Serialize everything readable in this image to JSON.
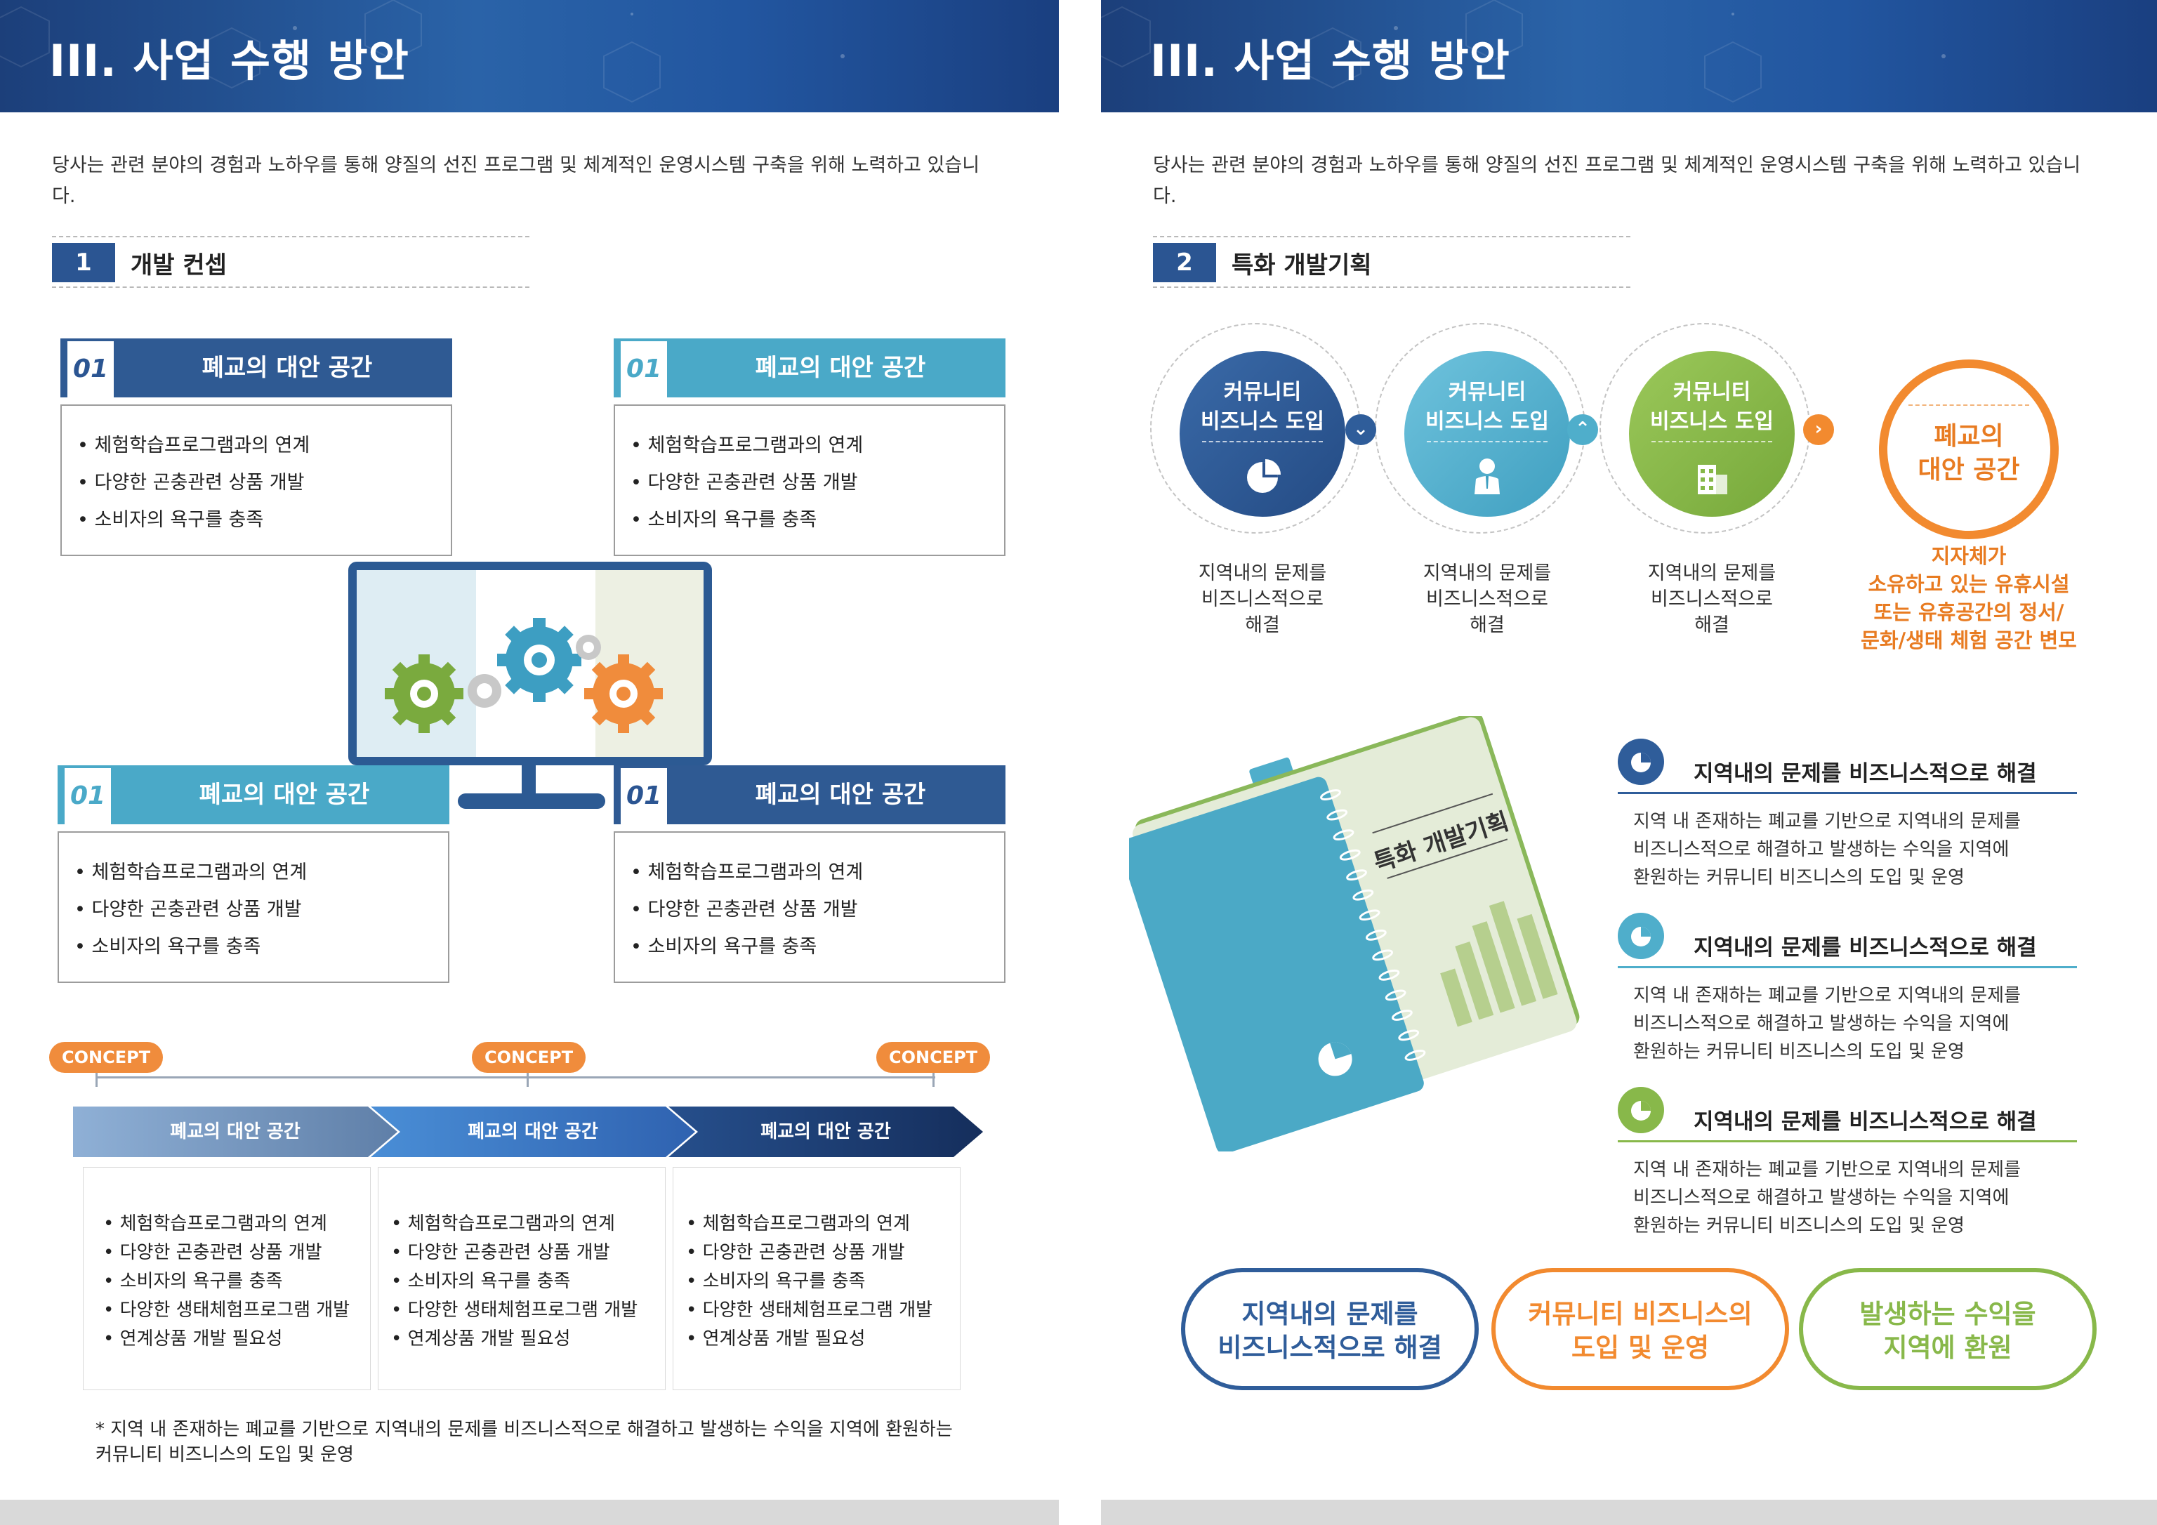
{
  "left": {
    "header_title": "III. 사업 수행 방안",
    "intro": "당사는  관련 분야의 경험과 노하우를 통해 양질의 선진 프로그램 및 체계적인 운영시스템 구축을 위해 노력하고 있습니다.",
    "section": {
      "number": "1",
      "label": "개발 컨셉"
    },
    "boxes": [
      {
        "num": "01",
        "title": "폐교의 대안 공간",
        "items": [
          "체험학습프로그램과의 연계",
          "다양한 곤충관련 상품 개발",
          "소비자의 욕구를 충족"
        ]
      },
      {
        "num": "01",
        "title": "폐교의 대안 공간",
        "items": [
          "체험학습프로그램과의 연계",
          "다양한 곤충관련 상품 개발",
          "소비자의 욕구를 충족"
        ]
      },
      {
        "num": "01",
        "title": "폐교의 대안 공간",
        "items": [
          "체험학습프로그램과의 연계",
          "다양한 곤충관련 상품 개발",
          "소비자의 욕구를 충족"
        ]
      },
      {
        "num": "01",
        "title": "폐교의 대안 공간",
        "items": [
          "체험학습프로그램과의 연계",
          "다양한 곤충관련 상품 개발",
          "소비자의 욕구를 충족"
        ]
      }
    ],
    "concept_labels": [
      "CONCEPT",
      "CONCEPT",
      "CONCEPT"
    ],
    "arrows": [
      "폐교의 대안 공간",
      "폐교의 대안 공간",
      "폐교의 대안 공간"
    ],
    "columns": [
      [
        "체험학습프로그램과의 연계",
        "다양한 곤충관련 상품 개발",
        "소비자의 욕구를 충족",
        "다양한  생태체험프로그램 개발",
        "연계상품 개발 필요성"
      ],
      [
        "체험학습프로그램과의 연계",
        "다양한 곤충관련 상품 개발",
        "소비자의 욕구를 충족",
        "다양한  생태체험프로그램 개발",
        "연계상품 개발 필요성"
      ],
      [
        "체험학습프로그램과의 연계",
        "다양한 곤충관련 상품 개발",
        "소비자의 욕구를 충족",
        "다양한  생태체험프로그램 개발",
        "연계상품 개발 필요성"
      ]
    ],
    "footnote_line1": "* 지역 내 존재하는 폐교를 기반으로 지역내의 문제를 비즈니스적으로 해결하고 발생하는 수익을 지역에 환원하는",
    "footnote_line2": "커뮤니티 비즈니스의 도입 및 운영"
  },
  "right": {
    "header_title": "III. 사업 수행 방안",
    "intro": "당사는  관련 분야의 경험과 노하우를 통해 양질의 선진 프로그램 및 체계적인 운영시스템 구축을 위해 노력하고 있습니다.",
    "section": {
      "number": "2",
      "label": "특화 개발기획"
    },
    "steps": [
      {
        "line1": "커뮤니티",
        "line2": "비즈니스 도입",
        "caption1": "지역내의 문제를",
        "caption2": "비즈니스적으로",
        "caption3": "해결",
        "icon": "pie-chart-icon",
        "color": "#2f5d9a"
      },
      {
        "line1": "커뮤니티",
        "line2": "비즈니스 도입",
        "caption1": "지역내의 문제를",
        "caption2": "비즈니스적으로",
        "caption3": "해결",
        "icon": "person-icon",
        "color": "#4faecb"
      },
      {
        "line1": "커뮤니티",
        "line2": "비즈니스 도입",
        "caption1": "지역내의 문제를",
        "caption2": "비즈니스적으로",
        "caption3": "해결",
        "icon": "building-icon",
        "color": "#88b84a"
      }
    ],
    "connectors": [
      "chevron-down-icon",
      "chevron-up-icon",
      "chevron-right-icon"
    ],
    "goal": {
      "line1": "폐교의",
      "line2": "대안 공간",
      "caption": [
        "지자체가",
        "소유하고 있는 유휴시설",
        "또는 유휴공간의 정서/",
        "문화/생태 체험 공간 변모"
      ]
    },
    "notebook_title": "특화 개발기획",
    "notes": [
      {
        "title": "지역내의 문제를 비즈니스적으로 해결",
        "body": [
          "지역 내 존재하는 폐교를 기반으로 지역내의 문제를",
          "비즈니스적으로 해결하고 발생하는 수익을 지역에",
          "환원하는 커뮤니티 비즈니스의 도입 및 운영"
        ],
        "color": "#2f5d9a"
      },
      {
        "title": "지역내의 문제를 비즈니스적으로 해결",
        "body": [
          "지역 내 존재하는 폐교를 기반으로 지역내의 문제를",
          "비즈니스적으로 해결하고 발생하는 수익을 지역에",
          "환원하는 커뮤니티 비즈니스의 도입 및 운영"
        ],
        "color": "#4faecb"
      },
      {
        "title": "지역내의 문제를 비즈니스적으로 해결",
        "body": [
          "지역 내 존재하는 폐교를 기반으로 지역내의 문제를",
          "비즈니스적으로 해결하고 발생하는 수익을 지역에",
          "환원하는 커뮤니티 비즈니스의 도입 및 운영"
        ],
        "color": "#88b84a"
      }
    ],
    "pills": [
      {
        "line1": "지역내의 문제를",
        "line2": "비즈니스적으로 해결",
        "color": "#2f5d9a"
      },
      {
        "line1": "커뮤니티 비즈니스의",
        "line2": "도입 및 운영",
        "color": "#f28a2f"
      },
      {
        "line1": "발생하는 수익을",
        "line2": "지역에 환원",
        "color": "#88b84a"
      }
    ]
  }
}
